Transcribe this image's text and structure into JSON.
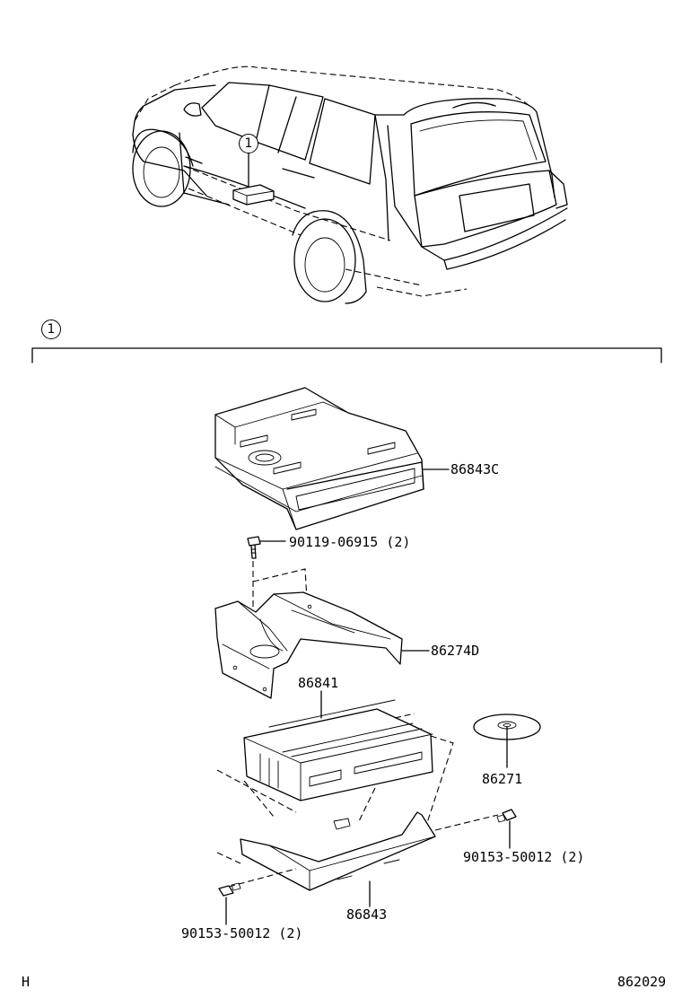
{
  "callout": {
    "number": "1"
  },
  "parts": {
    "p86843C": "86843C",
    "p90119": "90119-06915 (2)",
    "p86274D": "86274D",
    "p86841": "86841",
    "p86271": "86271",
    "p90153_right": "90153-50012 (2)",
    "p86843": "86843",
    "p90153_left": "90153-50012 (2)"
  },
  "footer": {
    "left_code": "H",
    "right_code": "862029"
  }
}
